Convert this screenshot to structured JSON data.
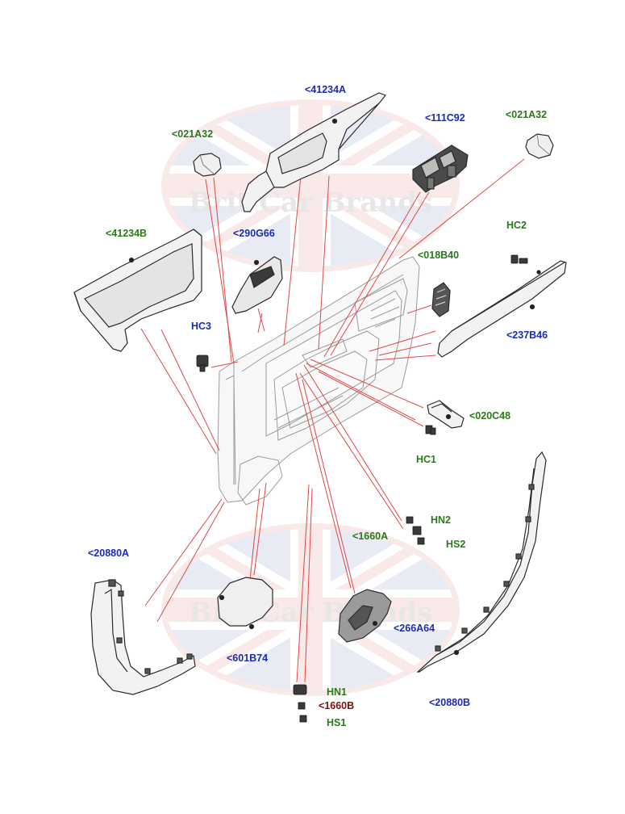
{
  "colors": {
    "blue": "#1a2bb8",
    "green": "#2a7a1a",
    "maroon": "#7a1010",
    "leader": "#e04848",
    "part_stroke": "#2a2a2a",
    "part_fill": "#f2f2f2",
    "watermark_red": "#c9302c",
    "watermark_blue": "#2a3f9a"
  },
  "watermark": {
    "top_text": "Brit Car Brands",
    "bottom_text": "Brit Car Brands"
  },
  "callouts": {
    "part_41234A": "<41234A",
    "part_021A32_left": "<021A32",
    "part_111C92": "<111C92",
    "part_021A32_right": "<021A32",
    "part_41234B": "<41234B",
    "part_290G66": "<290G66",
    "part_018B40": "<018B40",
    "hc2": "HC2",
    "hc3": "HC3",
    "part_237B46": "<237B46",
    "part_020C48": "<020C48",
    "hc1": "HC1",
    "hn2": "HN2",
    "part_1660A": "<1660A",
    "hs2": "HS2",
    "part_20880A": "<20880A",
    "part_266A64": "<266A64",
    "part_601B74": "<601B74",
    "hn1": "HN1",
    "part_1660B": "<1660B",
    "hs1": "HS1",
    "part_20880B": "<20880B"
  },
  "icons": [
    "fastener-icon",
    "hex-cap-icon"
  ]
}
